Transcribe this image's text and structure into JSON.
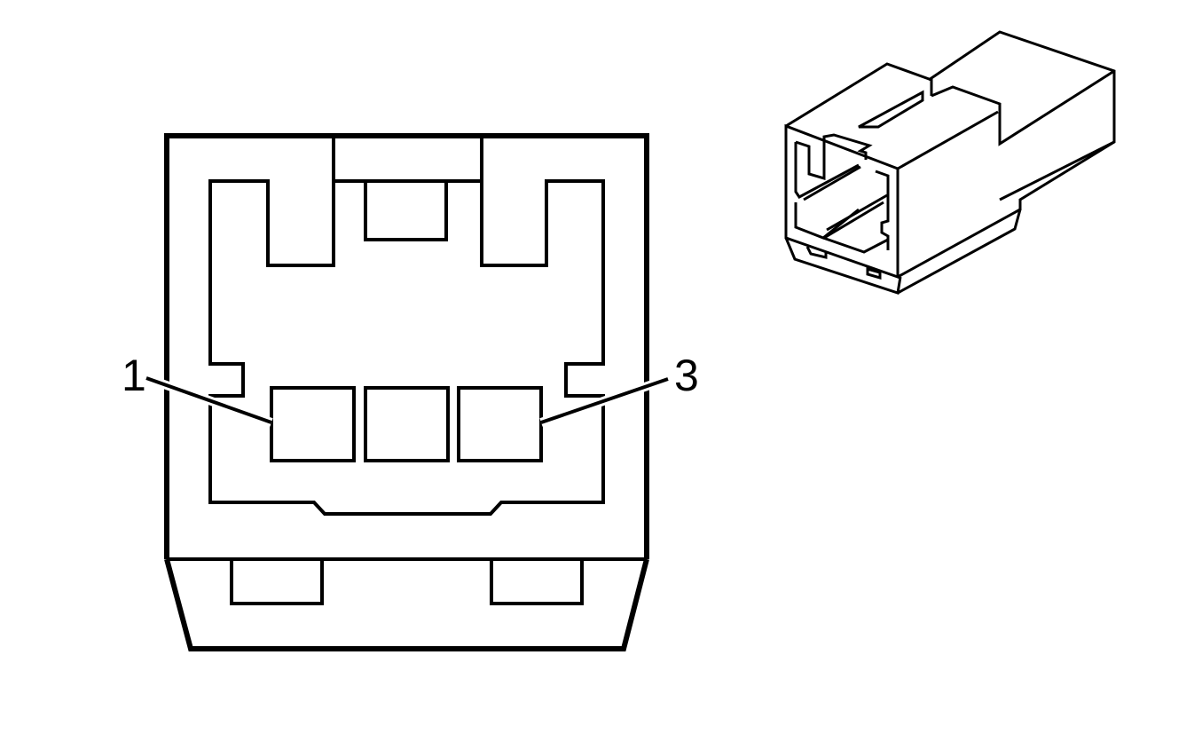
{
  "diagram": {
    "type": "connector-pinout",
    "views": [
      "front-face-view",
      "isometric-view"
    ],
    "pin_labels": [
      {
        "text": "1",
        "pin": 1
      },
      {
        "text": "3",
        "pin": 3
      }
    ],
    "pin_count_shown": 3,
    "line_color": "#000000",
    "background_color": "#ffffff"
  }
}
